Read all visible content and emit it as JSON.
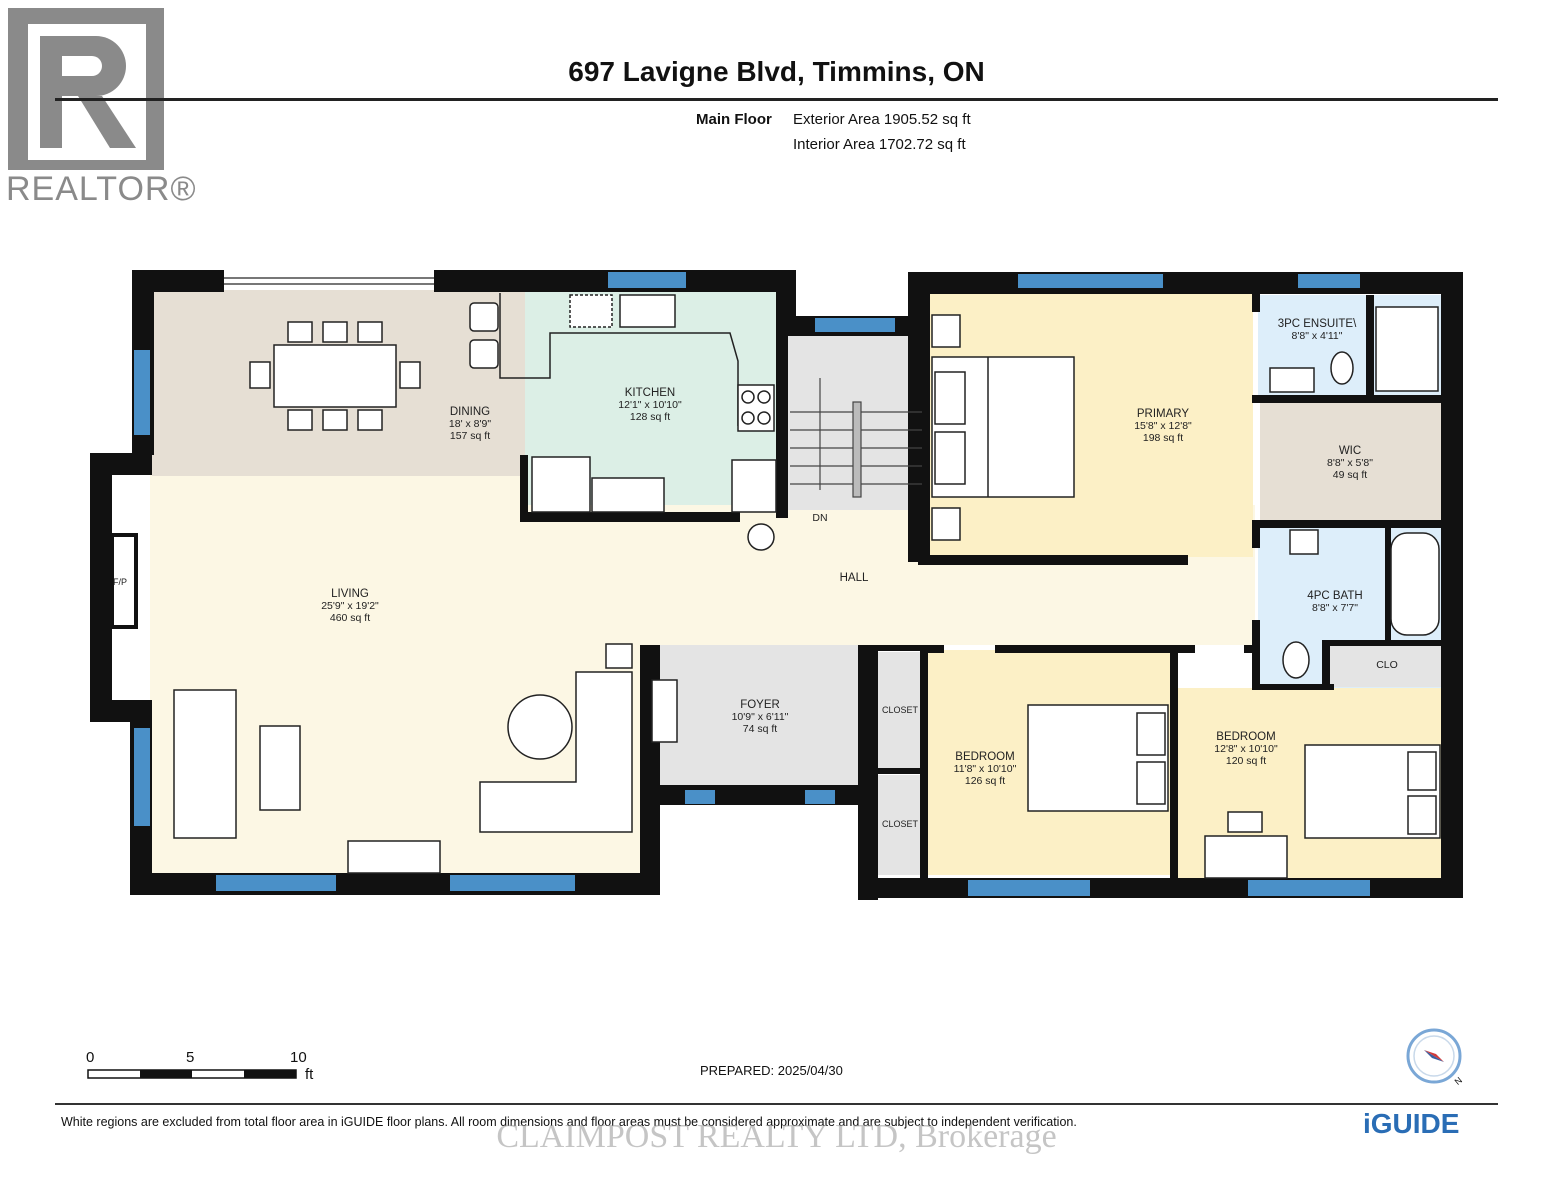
{
  "header": {
    "title": "697 Lavigne Blvd, Timmins, ON",
    "floor_label": "Main Floor",
    "exterior_area": "Exterior Area 1905.52 sq ft",
    "interior_area": "Interior Area 1702.72 sq ft"
  },
  "logo": {
    "text": "REALTOR®",
    "letter": "R"
  },
  "rooms": {
    "dining": {
      "name": "DINING",
      "dims": "18' x 8'9\"",
      "area": "157 sq ft"
    },
    "kitchen": {
      "name": "KITCHEN",
      "dims": "12'1\" x 10'10\"",
      "area": "128 sq ft"
    },
    "primary": {
      "name": "PRIMARY",
      "dims": "15'8\" x 12'8\"",
      "area": "198 sq ft"
    },
    "ensuite": {
      "name": "3PC ENSUITE\\",
      "dims": "8'8\" x 4'11\""
    },
    "wic": {
      "name": "WIC",
      "dims": "8'8\" x 5'8\"",
      "area": "49 sq ft"
    },
    "bath": {
      "name": "4PC BATH",
      "dims": "8'8\" x 7'7\""
    },
    "living": {
      "name": "LIVING",
      "dims": "25'9\" x 19'2\"",
      "area": "460 sq ft"
    },
    "foyer": {
      "name": "FOYER",
      "dims": "10'9\" x 6'11\"",
      "area": "74 sq ft"
    },
    "bedroom1": {
      "name": "BEDROOM",
      "dims": "11'8\" x 10'10\"",
      "area": "126 sq ft"
    },
    "bedroom2": {
      "name": "BEDROOM",
      "dims": "12'8\" x 10'10\"",
      "area": "120 sq ft"
    },
    "hall": {
      "name": "HALL"
    },
    "closet1": {
      "name": "CLOSET"
    },
    "closet2": {
      "name": "CLOSET"
    },
    "clo": {
      "name": "CLO"
    },
    "fp": {
      "name": "F/P"
    },
    "dn": {
      "name": "DN"
    }
  },
  "colors": {
    "wall": "#111111",
    "window": "#4a90c8",
    "dining": "#e6dfd4",
    "kitchen": "#dcefe6",
    "living": "#fcf7e4",
    "primary": "#fcf0c6",
    "bedroom": "#fcf0c6",
    "bath": "#ddeefa",
    "wic": "#e6dfd4",
    "foyer": "#e4e4e4",
    "stairs": "#e4e4e4",
    "hall": "#fcf7e4"
  },
  "scale": {
    "ticks": [
      "0",
      "5",
      "10"
    ],
    "unit": "ft"
  },
  "prepared": "PREPARED: 2025/04/30",
  "compass": {
    "label": "N",
    "icon": "compass-icon"
  },
  "footer": {
    "disclaimer": "White regions are excluded from total floor area in iGUIDE floor plans. All room dimensions and floor areas must be considered approximate and are subject to independent verification.",
    "watermark": "CLAIMPOST REALTY LTD, Brokerage",
    "brand": "iGUIDE"
  }
}
